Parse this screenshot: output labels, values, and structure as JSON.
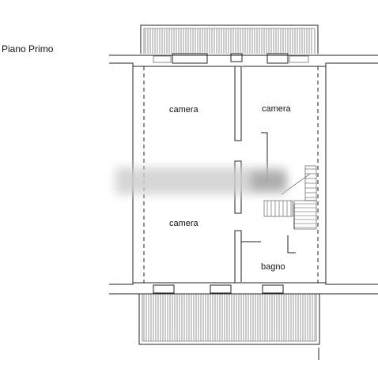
{
  "title": "Piano Primo",
  "rooms": {
    "camera_top_left": "camera",
    "camera_top_right": "camera",
    "camera_bottom_left": "camera",
    "bagno": "bagno"
  }
}
